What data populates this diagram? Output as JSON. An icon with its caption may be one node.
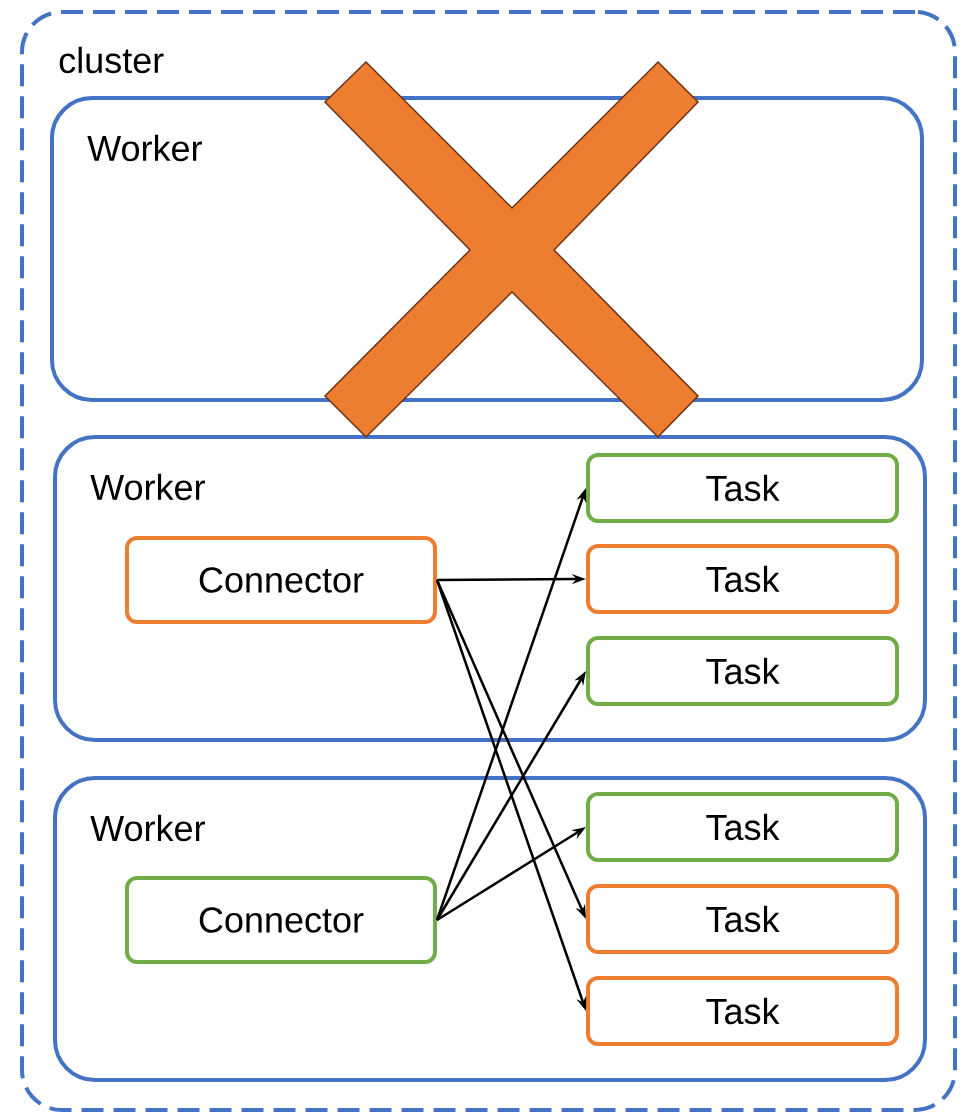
{
  "diagram": {
    "nodes": [
      {
        "text": [
          "cluster"
        ]
      },
      {
        "text": [
          "Worker"
        ],
        "in": 0
      },
      {
        "text": [
          "Worker"
        ],
        "in": 0
      },
      {
        "text": [
          "Connector"
        ],
        "in": 2
      },
      {
        "text": [
          "Task"
        ],
        "in": 2
      },
      {
        "text": [
          "Task"
        ],
        "in": 2
      },
      {
        "text": [
          "Task"
        ],
        "in": 2
      },
      {
        "text": [
          "Worker"
        ],
        "in": 0
      },
      {
        "text": [
          "Connector"
        ],
        "in": 7
      },
      {
        "text": [
          "Task"
        ],
        "in": 7
      },
      {
        "text": [
          "Task"
        ],
        "in": 7
      },
      {
        "text": [
          "Task"
        ],
        "in": 7
      }
    ],
    "edges": [
      {
        "from": 3,
        "to": 5,
        "arrow": "to"
      },
      {
        "from": 3,
        "to": 10,
        "arrow": "to"
      },
      {
        "from": 3,
        "to": 11,
        "arrow": "to"
      },
      {
        "from": 8,
        "to": 4,
        "arrow": "to"
      },
      {
        "from": 8,
        "to": 6,
        "arrow": "to"
      },
      {
        "from": 8,
        "to": 9,
        "arrow": "to"
      }
    ]
  }
}
